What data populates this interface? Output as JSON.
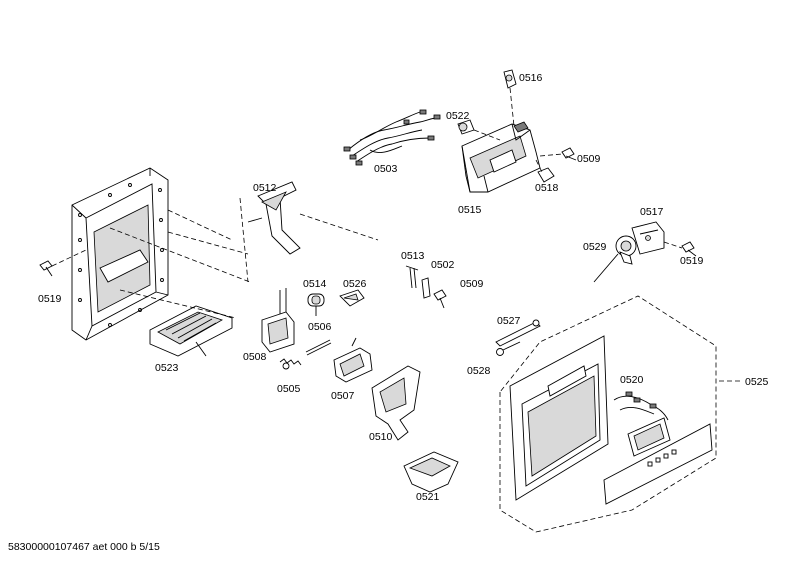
{
  "diagram": {
    "labels": {
      "p0502": "0502",
      "p0503": "0503",
      "p0505": "0505",
      "p0506": "0506",
      "p0507": "0507",
      "p0508": "0508",
      "p0509a": "0509",
      "p0509b": "0509",
      "p0510": "0510",
      "p0512": "0512",
      "p0513": "0513",
      "p0514": "0514",
      "p0515": "0515",
      "p0516": "0516",
      "p0517": "0517",
      "p0518": "0518",
      "p0519a": "0519",
      "p0519b": "0519",
      "p0520": "0520",
      "p0521": "0521",
      "p0522": "0522",
      "p0523": "0523",
      "p0525": "0525",
      "p0526": "0526",
      "p0527": "0527",
      "p0528": "0528",
      "p0529": "0529"
    }
  },
  "footer": {
    "text": "58300000107467 aet 000 b 5/15"
  }
}
